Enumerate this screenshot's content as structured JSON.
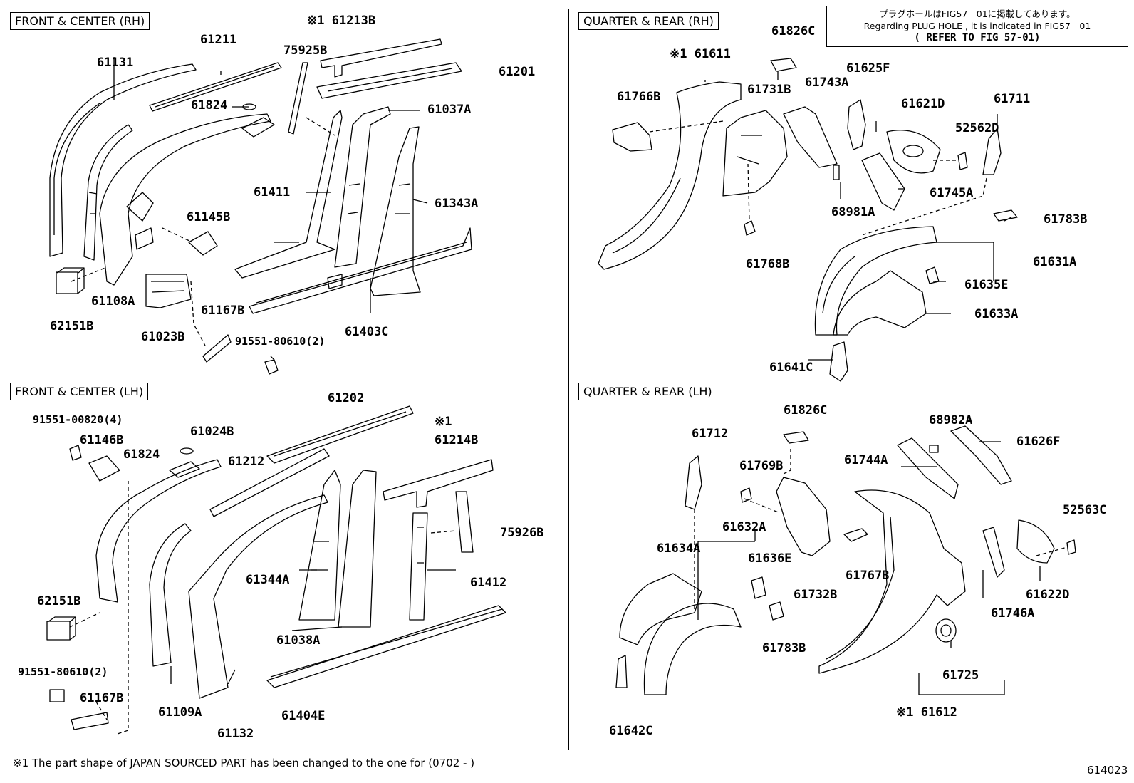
{
  "sections": {
    "front_rh": "FRONT & CENTER (RH)",
    "front_lh": "FRONT & CENTER (LH)",
    "quarter_rh": "QUARTER & REAR (RH)",
    "quarter_lh": "QUARTER & REAR (LH)"
  },
  "note": {
    "line1": "プラグホールはFIG57－01に掲載してあります。",
    "line2": "Regarding PLUG HOLE , it is indicated in FIG57－01",
    "line3": "( REFER TO FIG 57-01)"
  },
  "labels": {
    "p61131": "61131",
    "p61211": "61211",
    "p61213B": "※1 61213B",
    "p75925B": "75925B",
    "p61201": "61201",
    "p61824_rh": "61824",
    "p61037A": "61037A",
    "p61411": "61411",
    "p61343A": "61343A",
    "p61145B": "61145B",
    "p61108A": "61108A",
    "p62151B_rh": "62151B",
    "p61023B": "61023B",
    "p61167B_rh": "61167B",
    "p91551_80610_rh": "91551-80610",
    "p91551_80610_rh_qty": "(2)",
    "p61403C": "61403C",
    "p61202": "61202",
    "p91551_00820": "91551-00820",
    "p91551_00820_qty": "(4)",
    "p61146B": "61146B",
    "p61024B": "61024B",
    "p61824_lh": "61824",
    "p61212": "61212",
    "p61214B_mark": "※1",
    "p61214B": "61214B",
    "p75926B": "75926B",
    "p61344A": "61344A",
    "p61412": "61412",
    "p62151B_lh": "62151B",
    "p61038A": "61038A",
    "p91551_80610_lh": "91551-80610",
    "p91551_80610_lh_qty": "(2)",
    "p61167B_lh": "61167B",
    "p61109A": "61109A",
    "p61404E": "61404E",
    "p61132": "61132",
    "p61826C_rh": "61826C",
    "p61611": "※1 61611",
    "p61766B": "61766B",
    "p61731B": "61731B",
    "p61743A": "61743A",
    "p61625F": "61625F",
    "p61621D": "61621D",
    "p61711": "61711",
    "p52562D": "52562D",
    "p68981A": "68981A",
    "p61745A": "61745A",
    "p61783B_rh": "61783B",
    "p61768B": "61768B",
    "p61631A": "61631A",
    "p61635E": "61635E",
    "p61633A": "61633A",
    "p61641C": "61641C",
    "p61826C_lh": "61826C",
    "p61712": "61712",
    "p68982A": "68982A",
    "p61626F": "61626F",
    "p61769B": "61769B",
    "p61744A": "61744A",
    "p52563C": "52563C",
    "p61632A": "61632A",
    "p61634A": "61634A",
    "p61636E": "61636E",
    "p61767B": "61767B",
    "p61732B": "61732B",
    "p61746A": "61746A",
    "p61622D": "61622D",
    "p61783B_lh": "61783B",
    "p61725": "61725",
    "p61612": "※1 61612",
    "p61642C": "61642C"
  },
  "footnote": "※1 The part shape of JAPAN SOURCED PART has been changed to the one for (0702 -        )",
  "figure_number": "614023"
}
